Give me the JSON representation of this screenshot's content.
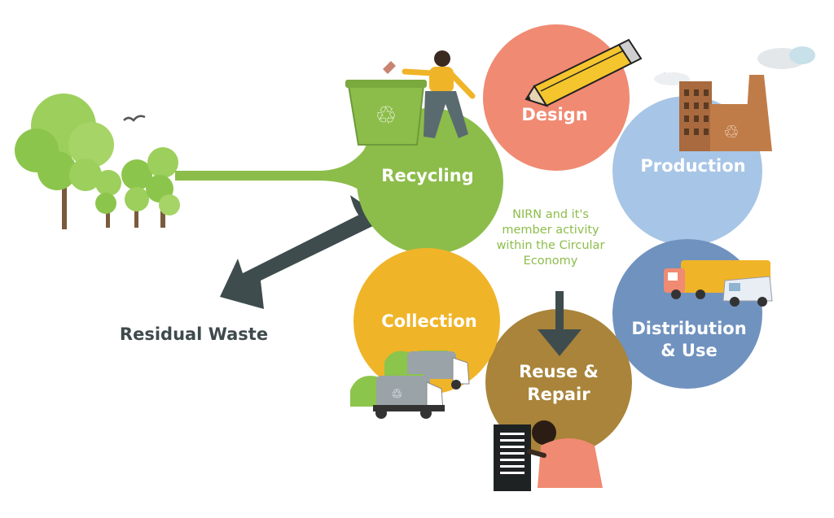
{
  "stages": {
    "recycling": {
      "label": "Recycling",
      "color": "#8cbd4a"
    },
    "design": {
      "label": "Design",
      "color": "#f08a72"
    },
    "production": {
      "label": "Production",
      "color": "#a7c5e6"
    },
    "distribution": {
      "line1": "Distribution",
      "line2": "& Use",
      "color": "#7092bf"
    },
    "reuse": {
      "line1": "Reuse &",
      "line2": "Repair",
      "color": "#a9843a"
    },
    "collection": {
      "label": "Collection",
      "color": "#f0b428"
    }
  },
  "center_text": {
    "line1": "NIRN and it's",
    "line2": "member activity",
    "line3": "within the Circular",
    "line4": "Economy"
  },
  "residual_waste": "Residual Waste",
  "colors": {
    "arrow": "#3e4c4e",
    "branch": "#8cbd4a",
    "tree": "#9ccf5c",
    "trunk": "#7a5a3c"
  },
  "icons": [
    "trees-icon",
    "bird-icon",
    "recycling-bin-icon",
    "person-icon",
    "pencil-icon",
    "factory-icon",
    "truck-icon",
    "van-icon",
    "garbage-truck-icon",
    "computer-icon",
    "technician-icon",
    "recycle-symbol-icon"
  ]
}
